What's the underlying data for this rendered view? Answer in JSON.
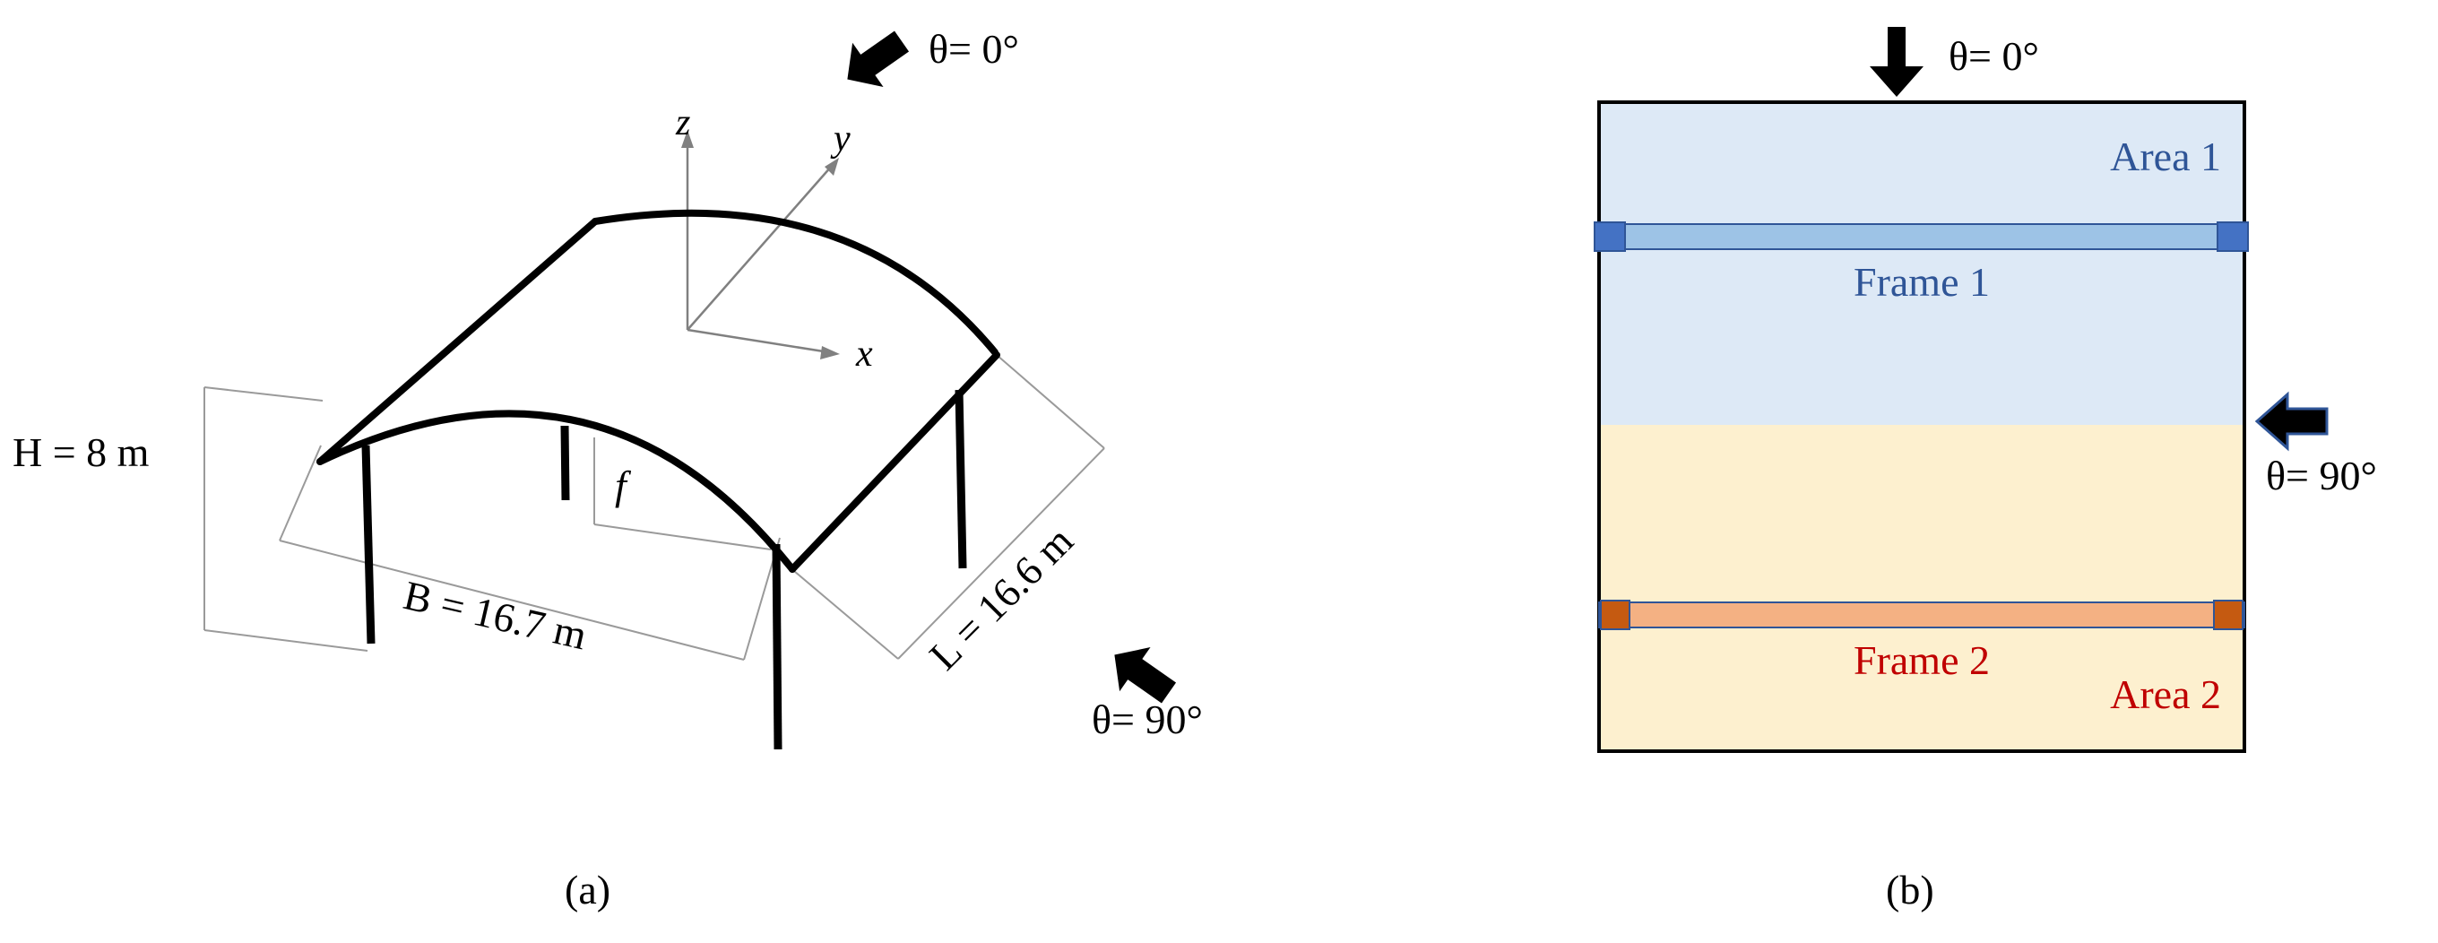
{
  "panel_a": {
    "caption": "(a)",
    "axis_z": "z",
    "axis_y": "y",
    "axis_x": "x",
    "rise": "f",
    "height": "H = 8 m",
    "span": "B = 16.7 m",
    "length": "L = 16.6 m",
    "wind_0": "θ= 0°",
    "wind_90": "θ= 90°"
  },
  "panel_b": {
    "caption": "(b)",
    "wind_0": "θ= 0°",
    "wind_90": "θ= 90°",
    "area1": "Area 1",
    "area2": "Area 2",
    "frame1": "Frame 1",
    "frame2": "Frame 2",
    "colors": {
      "area1_fill": "#dde9f6",
      "area2_fill": "#fdf0cf",
      "frame1_fill": "#9dc3e6",
      "frame1_end": "#4472c4",
      "frame2_fill": "#f4b183",
      "frame2_end": "#c55a11",
      "area1_text": "#2f5597",
      "area2_text": "#c00000"
    }
  }
}
